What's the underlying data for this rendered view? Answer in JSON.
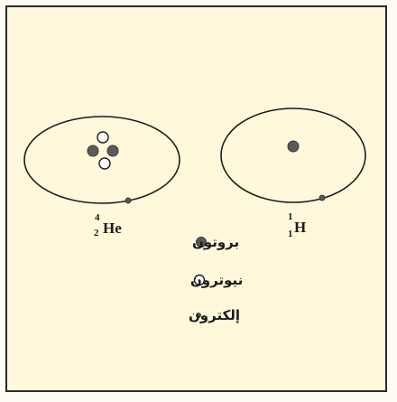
{
  "atoms": {
    "helium": {
      "mass_number": "4",
      "atomic_number": "2",
      "symbol": "He"
    },
    "hydrogen": {
      "mass_number": "1",
      "atomic_number": "1",
      "symbol": "H"
    }
  },
  "legend": {
    "proton_label": "بروتون",
    "neutron_label": "نيوترون",
    "electron_label": "إلكترون"
  },
  "colors": {
    "background": "#fff8db",
    "outline": "#1c1c1c",
    "proton_fill": "#5a5a5a",
    "neutron_fill": "#ffffff"
  }
}
